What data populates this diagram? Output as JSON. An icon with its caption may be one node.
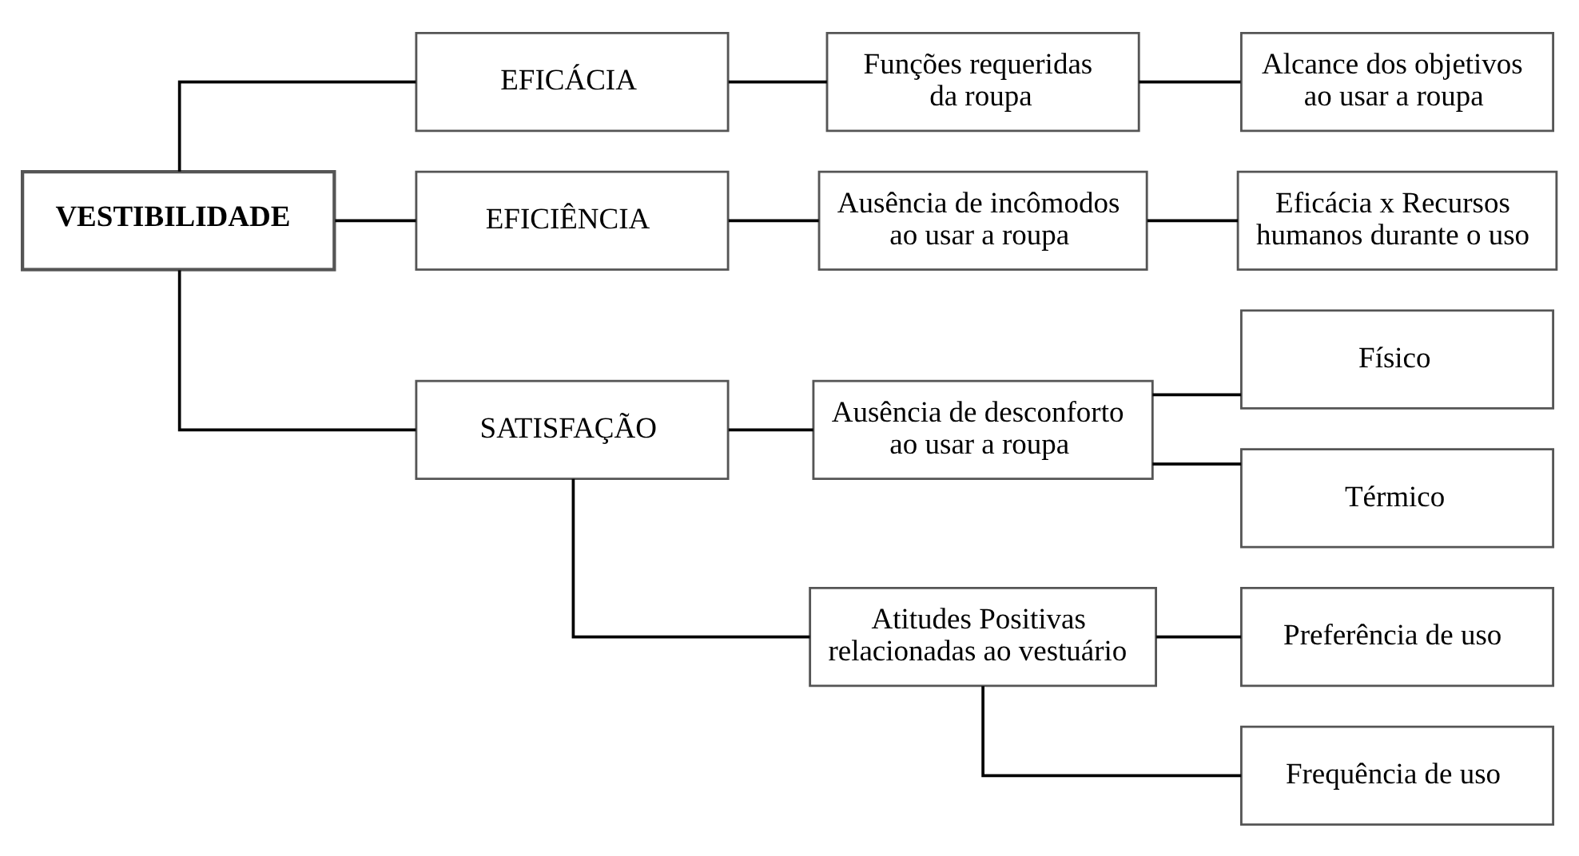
{
  "diagram": {
    "nodes": [
      {
        "text": [
          "VESTIBILIDADE"
        ]
      },
      {
        "text": [
          "EFICÁCIA"
        ]
      },
      {
        "text": [
          "Funções requeridas da roupa"
        ]
      },
      {
        "text": [
          "Alcance dos objetivos ao usar a roupa"
        ]
      },
      {
        "text": [
          "EFICIÊNCIA"
        ]
      },
      {
        "text": [
          "Ausência de incômodos ao usar a roupa"
        ]
      },
      {
        "text": [
          "Eficácia x Recursos humanos durante o uso"
        ]
      },
      {
        "text": [
          "SATISFAÇÃO"
        ]
      },
      {
        "text": [
          "Ausência de desconforto ao usar a roupa"
        ]
      },
      {
        "text": [
          "Físico"
        ]
      },
      {
        "text": [
          "Térmico"
        ]
      },
      {
        "text": [
          "Atitudes Positivas relacionadas ao vestuário"
        ]
      },
      {
        "text": [
          "Preferência de uso"
        ]
      },
      {
        "text": [
          "Frequência de uso"
        ]
      }
    ],
    "edges": [
      {
        "from": 0,
        "to": 1,
        "arrow": "none"
      },
      {
        "from": 1,
        "to": 2,
        "arrow": "none"
      },
      {
        "from": 2,
        "to": 3,
        "arrow": "none"
      },
      {
        "from": 0,
        "to": 4,
        "arrow": "none"
      },
      {
        "from": 4,
        "to": 5,
        "arrow": "none"
      },
      {
        "from": 5,
        "to": 6,
        "arrow": "none"
      },
      {
        "from": 0,
        "to": 7,
        "arrow": "none"
      },
      {
        "from": 7,
        "to": 8,
        "arrow": "none"
      },
      {
        "from": 8,
        "to": 9,
        "arrow": "none"
      },
      {
        "from": 8,
        "to": 10,
        "arrow": "none"
      },
      {
        "from": 7,
        "to": 11,
        "arrow": "none"
      },
      {
        "from": 11,
        "to": 12,
        "arrow": "none"
      },
      {
        "from": 11,
        "to": 13,
        "arrow": "none"
      }
    ]
  }
}
